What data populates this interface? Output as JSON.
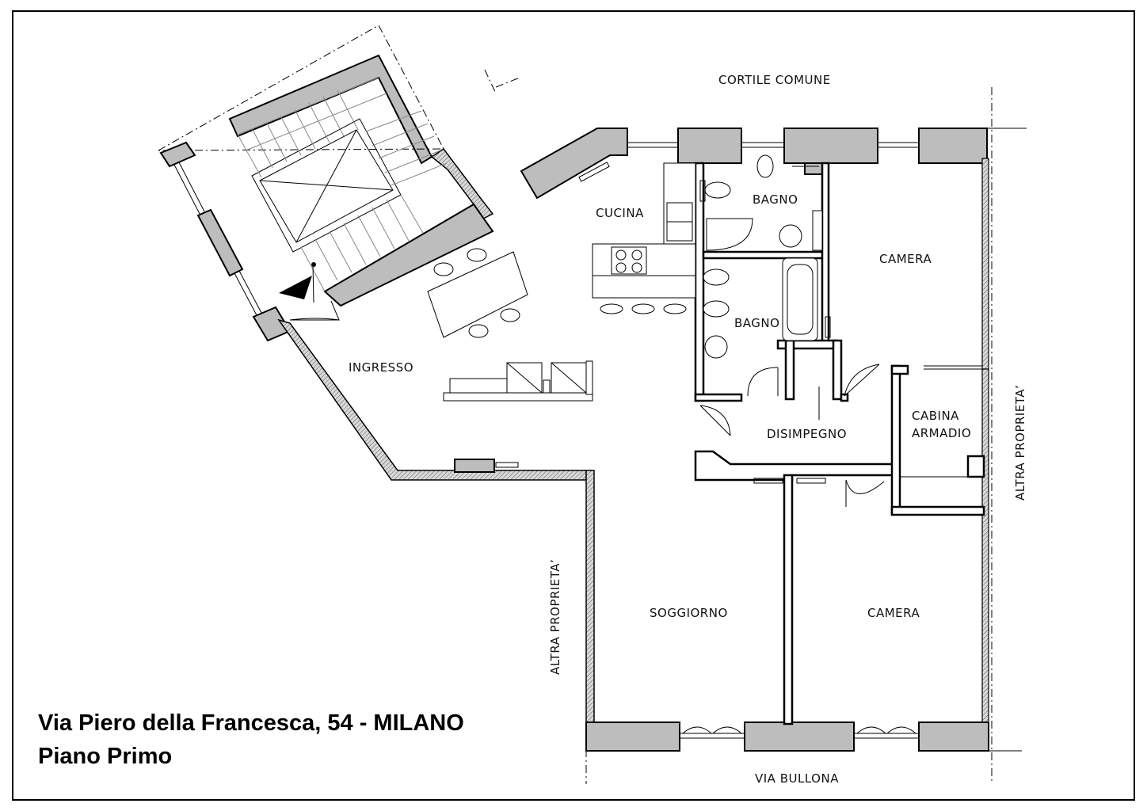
{
  "rooms": {
    "cortile": "CORTILE COMUNE",
    "cucina": "CUCINA",
    "bagno1": "BAGNO",
    "bagno2": "BAGNO",
    "camera1": "CAMERA",
    "ingresso": "INGRESSO",
    "disimpegno": "DISIMPEGNO",
    "cabina1": "CABINA",
    "cabina2": "ARMADIO",
    "altra_right": "ALTRA PROPRIETA’",
    "altra_left": "ALTRA PROPRIETA’",
    "soggiorno": "SOGGIORNO",
    "camera2": "CAMERA",
    "via": "VIA BULLONA"
  },
  "title": {
    "address": "Via Piero della Francesca, 54 - MILANO",
    "floor": "Piano Primo"
  },
  "colors": {
    "wall_fill": "#bdbdbd",
    "line": "#000000",
    "background": "#ffffff"
  }
}
